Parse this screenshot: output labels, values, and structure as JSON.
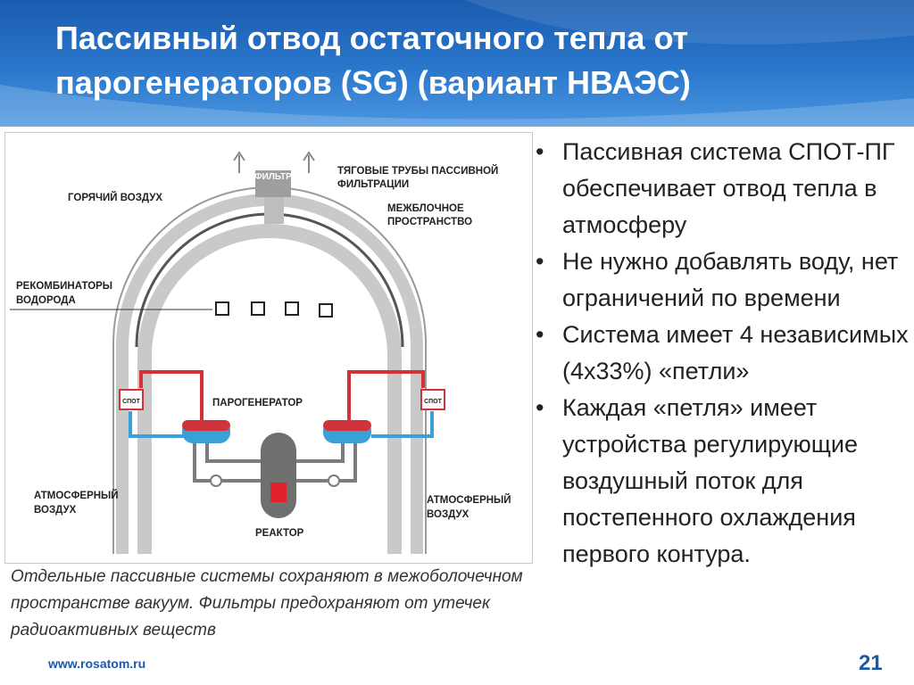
{
  "title": "Пассивный отвод остаточного тепла от парогенераторов (SG) (вариант НВАЭС)",
  "diagram_labels": {
    "filter": "ФИЛЬТР",
    "draft_pipes_line1": "ТЯГОВЫЕ ТРУБЫ ПАССИВНОЙ",
    "draft_pipes_line2": "ФИЛЬТРАЦИИ",
    "hot_air": "ГОРЯЧИЙ ВОЗДУХ",
    "interspace_line1": "МЕЖБЛОЧНОЕ",
    "interspace_line2": "ПРОСТРАНСТВО",
    "recombiners_line1": "РЕКОМБИНАТОРЫ",
    "recombiners_line2": "ВОДОРОДА",
    "steam_generator": "ПАРОГЕНЕРАТОР",
    "spot_left": "СПОТ",
    "spot_right": "СПОТ",
    "reactor": "РЕАКТОР",
    "atm_air_left_line1": "АТМОСФЕРНЫЙ",
    "atm_air_left_line2": "ВОЗДУХ",
    "atm_air_right_line1": "АТМОСФЕРНЫЙ",
    "atm_air_right_line2": "ВОЗДУХ"
  },
  "bullet_symbol": "•",
  "bullets": [
    "Пассивная система СПОТ-ПГ обеспечивает отвод тепла в атмосферу",
    "Не нужно добавлять воду, нет ограничений по времени",
    "Система имеет 4 независимых (4х33%) «петли»",
    "Каждая «петля» имеет устройства регулирующие воздушный поток для постепенного охлаждения первого контура."
  ],
  "caption": "Отдельные пассивные системы сохраняют в межоболочечном пространстве вакуум. Фильтры предохраняют от утечек радиоактивных веществ",
  "footer_url": "www.rosatom.ru",
  "page_number": "21",
  "colors": {
    "header_blue": "#2a77cc",
    "hot_pipe": "#d0343a",
    "cold_pipe": "#3aa0d8",
    "footer_blue": "#1c5aa8"
  }
}
